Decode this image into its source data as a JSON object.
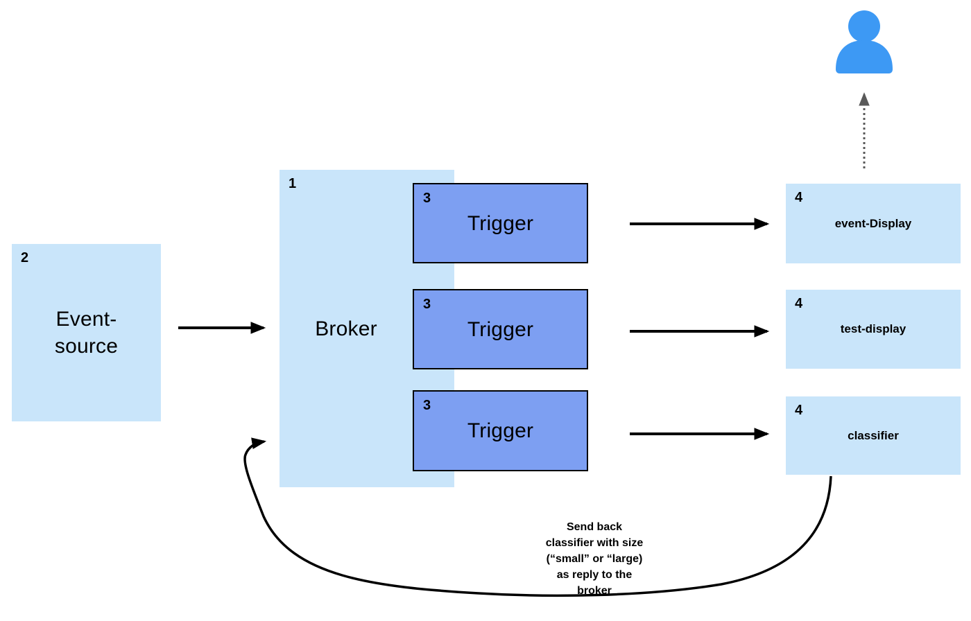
{
  "diagram": {
    "colors": {
      "node_light": "#c9e5fa",
      "node_trigger": "#7d9ff2",
      "person": "#3d99f4",
      "arrow": "#000000",
      "dashed_arrow": "#595959"
    },
    "nodes": {
      "event_source": {
        "number": "2",
        "label": "Event-\nsource"
      },
      "broker": {
        "number": "1",
        "label": "Broker"
      },
      "triggers": [
        {
          "number": "3",
          "label": "Trigger"
        },
        {
          "number": "3",
          "label": "Trigger"
        },
        {
          "number": "3",
          "label": "Trigger"
        }
      ],
      "sinks": [
        {
          "number": "4",
          "label": "event-Display"
        },
        {
          "number": "4",
          "label": "test-display"
        },
        {
          "number": "4",
          "label": "classifier"
        }
      ],
      "user": {
        "icon": "user-icon"
      }
    },
    "edges": [
      {
        "from": "event-source",
        "to": "broker",
        "style": "solid-arrow"
      },
      {
        "from": "trigger-1",
        "to": "event-display",
        "style": "solid-arrow"
      },
      {
        "from": "trigger-2",
        "to": "test-display",
        "style": "solid-arrow"
      },
      {
        "from": "trigger-3",
        "to": "classifier",
        "style": "solid-arrow"
      },
      {
        "from": "event-display",
        "to": "user",
        "style": "dashed-arrow"
      },
      {
        "from": "classifier",
        "to": "broker",
        "style": "curved-arrow",
        "label": "Send back\nclassifier with size\n(“small” or “large)\nas reply to the\nbroker"
      }
    ]
  }
}
